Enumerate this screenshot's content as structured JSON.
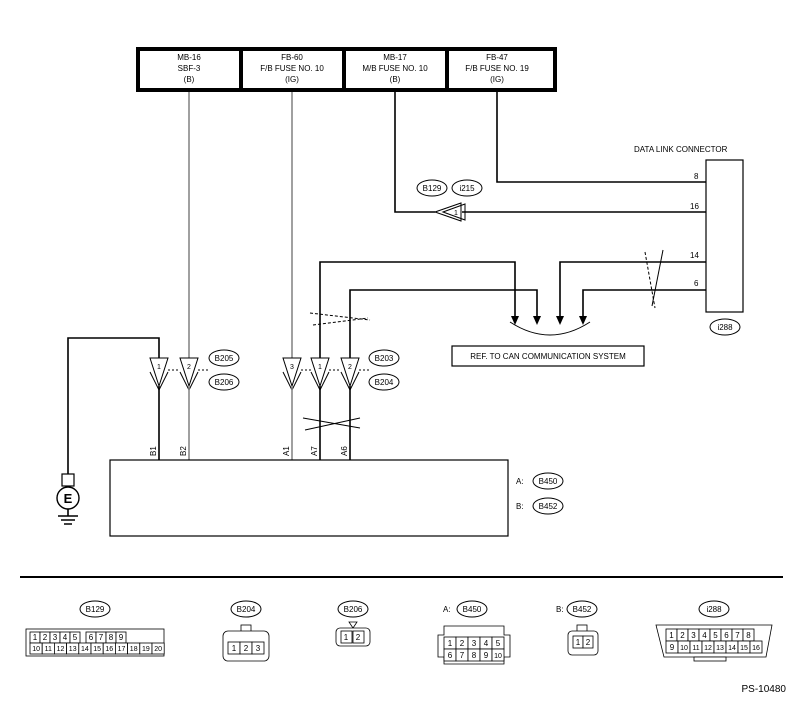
{
  "fuses": [
    {
      "line1": "MB-16",
      "line2": "SBF-3",
      "line3": "(B)"
    },
    {
      "line1": "FB-60",
      "line2": "F/B FUSE NO. 10",
      "line3": "(IG)"
    },
    {
      "line1": "MB-17",
      "line2": "M/B FUSE NO. 10",
      "line3": "(B)"
    },
    {
      "line1": "FB-47",
      "line2": "F/B FUSE NO. 19",
      "line3": "(IG)"
    }
  ],
  "dlc": {
    "title": "DATA LINK CONNECTOR",
    "id": "i288",
    "pins": [
      "8",
      "16",
      "14",
      "6"
    ]
  },
  "inline_b129": {
    "id": "B129",
    "id2": "i215",
    "pin": "1"
  },
  "inline_left": {
    "id1": "B205",
    "id2": "B206",
    "pins": [
      "1",
      "2"
    ]
  },
  "inline_right": {
    "id1": "B203",
    "id2": "B204",
    "pins": [
      "3",
      "1",
      "2"
    ]
  },
  "can_ref": "REF. TO CAN COMMUNICATION SYSTEM",
  "ecu": {
    "pins": [
      "B1",
      "B2",
      "A1",
      "A7",
      "A6"
    ],
    "label_a": "A:",
    "conn_a": "B450",
    "label_b": "B:",
    "conn_b": "B452"
  },
  "ground_symbol": "E",
  "connectors": {
    "b129": {
      "id": "B129",
      "row1": [
        "1",
        "2",
        "3",
        "4",
        "5",
        "",
        "6",
        "7",
        "8",
        "9"
      ],
      "row2": [
        "10",
        "11",
        "12",
        "13",
        "14",
        "15",
        "16",
        "17",
        "18",
        "19",
        "20"
      ]
    },
    "b204": {
      "id": "B204",
      "pins": [
        "1",
        "2",
        "3"
      ]
    },
    "b206": {
      "id": "B206",
      "pins": [
        "1",
        "2"
      ]
    },
    "b450": {
      "prefix": "A:",
      "id": "B450",
      "row1": [
        "1",
        "2",
        "3",
        "4",
        "5"
      ],
      "row2": [
        "6",
        "7",
        "8",
        "9",
        "10"
      ]
    },
    "b452": {
      "prefix": "B:",
      "id": "B452",
      "pins": [
        "1",
        "2"
      ]
    },
    "i288": {
      "id": "i288",
      "row1": [
        "1",
        "2",
        "3",
        "4",
        "5",
        "6",
        "7",
        "8"
      ],
      "row2": [
        "9",
        "10",
        "11",
        "12",
        "13",
        "14",
        "15",
        "16"
      ]
    }
  },
  "doc_code": "PS-10480"
}
